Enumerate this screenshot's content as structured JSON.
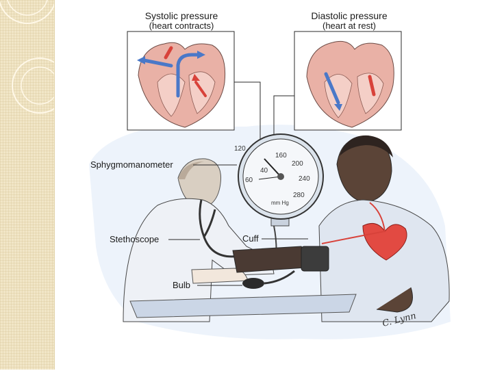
{
  "panels": {
    "systolic": {
      "title": "Systolic pressure",
      "subtitle": "(heart contracts)"
    },
    "diastolic": {
      "title": "Diastolic pressure",
      "subtitle": "(heart at rest)"
    }
  },
  "callouts": {
    "sphygmomanometer": "Sphygmomanometer",
    "stethoscope": "Stethoscope",
    "cuff": "Cuff",
    "bulb": "Bulb"
  },
  "gauge": {
    "ticks": [
      "40",
      "60",
      "120",
      "160",
      "200",
      "240",
      "280"
    ],
    "unit": "mm Hg"
  },
  "signature": "C. Lynn",
  "colors": {
    "strip": "#f1e6c7",
    "artery_red": "#d8423a",
    "vein_blue": "#4a78c8",
    "heart_pink": "#e9b1a6",
    "shirt_blue": "#cfd9ea",
    "outline": "#2a2a2a"
  }
}
